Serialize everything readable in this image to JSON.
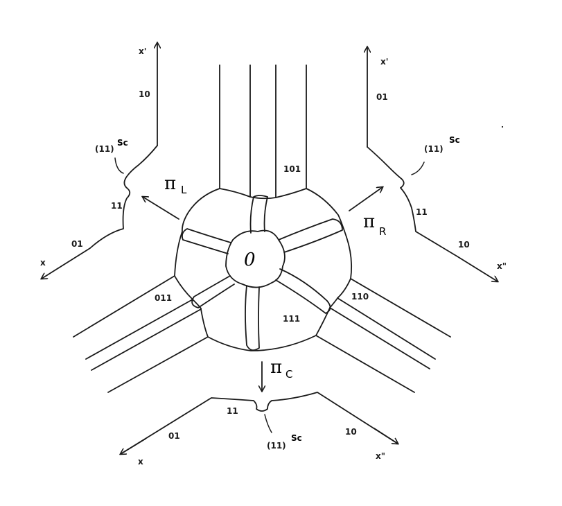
{
  "left_panel": {
    "axis_vertical": "x'",
    "axis_horizontal": "x",
    "label_10": "10",
    "label_11": "11",
    "label_01": "01",
    "sc_base": "(11)",
    "sc_sup": "Sc"
  },
  "right_panel": {
    "axis_vertical": "x'",
    "axis_horizontal": "x\"",
    "label_01": "01",
    "label_11": "11",
    "label_10": "10",
    "sc_base": "(11)",
    "sc_sup": "Sc"
  },
  "bottom_panel": {
    "axis_left": "x",
    "axis_right": "x\"",
    "label_01": "01",
    "label_11": "11",
    "label_10": "10",
    "sc_base": "(11)",
    "sc_sup": "Sc"
  },
  "center": {
    "vertex": "0",
    "label_101": "101",
    "label_011": "011",
    "label_110": "110",
    "label_111": "111"
  },
  "projections": {
    "left_pi": "π",
    "left_sub": "L",
    "right_pi": "π",
    "right_sub": "R",
    "center_pi": "π",
    "center_sub": "C"
  }
}
